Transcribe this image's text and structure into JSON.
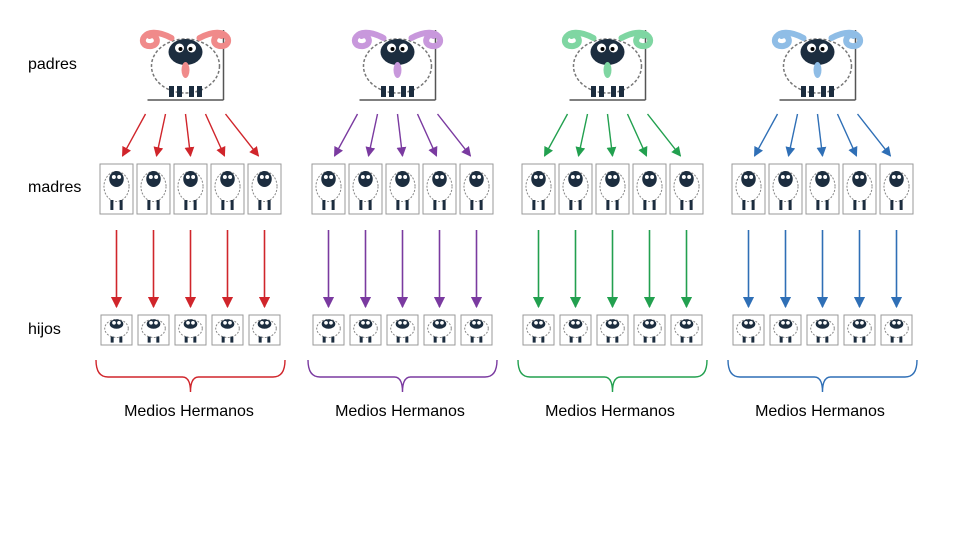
{
  "row_labels": {
    "fathers": "padres",
    "mothers": "madres",
    "offspring": "hijos"
  },
  "groups": [
    {
      "label": "Medios Hermanos",
      "color": "#d0252b",
      "horn_color": "#f08a8a",
      "mother_count": 5,
      "offspring_count": 5
    },
    {
      "label": "Medios Hermanos",
      "color": "#7a3aa0",
      "horn_color": "#c898dc",
      "mother_count": 5,
      "offspring_count": 5
    },
    {
      "label": "Medios Hermanos",
      "color": "#22a04f",
      "horn_color": "#7fd6a2",
      "mother_count": 5,
      "offspring_count": 5
    },
    {
      "label": "Medios Hermanos",
      "color": "#2f6fb6",
      "horn_color": "#8fbde6",
      "mother_count": 5,
      "offspring_count": 5
    }
  ]
}
